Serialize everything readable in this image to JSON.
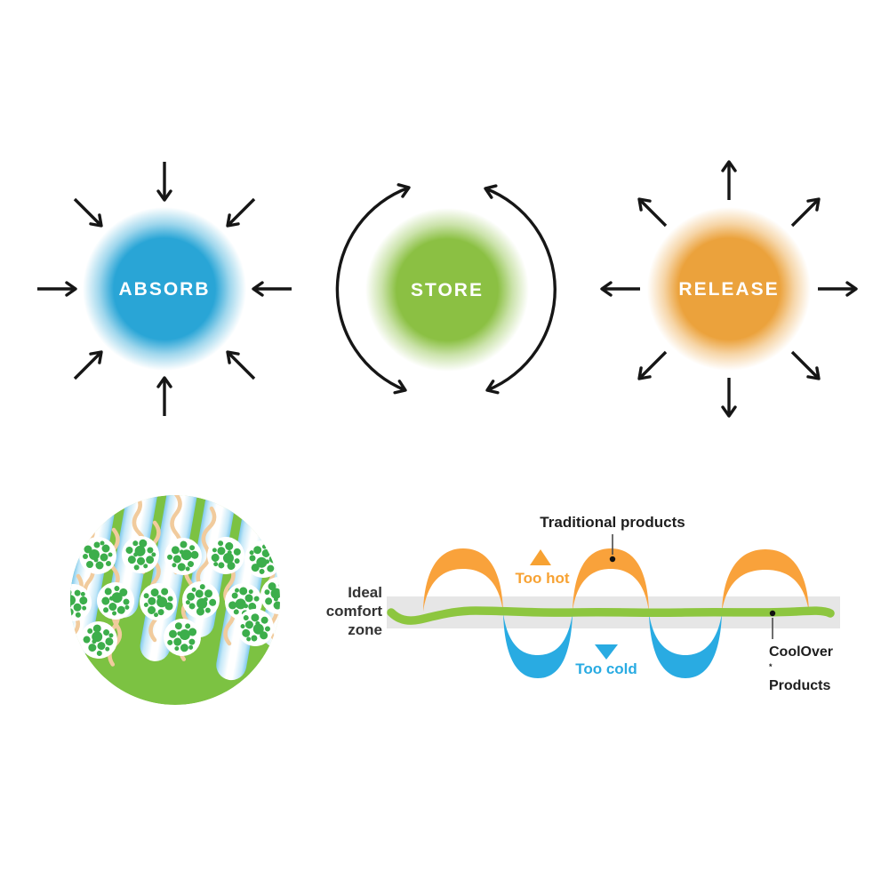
{
  "page": {
    "background": "#FFFFFF"
  },
  "cycle": {
    "arrow_color": "#161616",
    "steps": [
      {
        "label": "ABSORB",
        "color": "#29A5D6",
        "arrows": "inward"
      },
      {
        "label": "STORE",
        "color": "#8BC043",
        "arrows": "circular"
      },
      {
        "label": "RELEASE",
        "color": "#EBA23C",
        "arrows": "outward"
      }
    ]
  },
  "microstructure": {
    "background_color": "#7CC242",
    "fiber_edge_color": "#7EC8EC",
    "fiber_center_color": "#FFFFFF",
    "capsule_color": "#FFFFFF",
    "capsule_dot_color": "#3CAE4B",
    "binder_fiber_color": "#F1CB9D"
  },
  "chart_data": {
    "type": "area",
    "title": "",
    "band": {
      "label_lines": [
        "Ideal",
        "comfort",
        "zone"
      ],
      "color": "#E6E6E6"
    },
    "series": [
      {
        "name": "Traditional products",
        "above_color": "#F9A23B",
        "below_color": "#29ABE2",
        "behavior": "oscillates outside the ideal comfort zone",
        "waves": [
          {
            "x_center": 521,
            "zone": "too hot"
          },
          {
            "x_center": 605,
            "zone": "too cold"
          },
          {
            "x_center": 687,
            "zone": "too hot"
          },
          {
            "x_center": 771,
            "zone": "too cold"
          },
          {
            "x_center": 861,
            "zone": "too hot"
          }
        ]
      },
      {
        "name": "CoolOver Products",
        "color": "#8DC63F",
        "behavior": "stays flat inside the ideal comfort zone"
      }
    ],
    "annotations": {
      "traditional_label": "Traditional products",
      "too_hot": {
        "text": "Too hot",
        "color": "#F7A233"
      },
      "too_cold": {
        "text": "Too cold",
        "color": "#29ABE2"
      },
      "coolover": {
        "line1": "CoolOver",
        "sup": "*",
        "line2": "Products"
      }
    }
  }
}
